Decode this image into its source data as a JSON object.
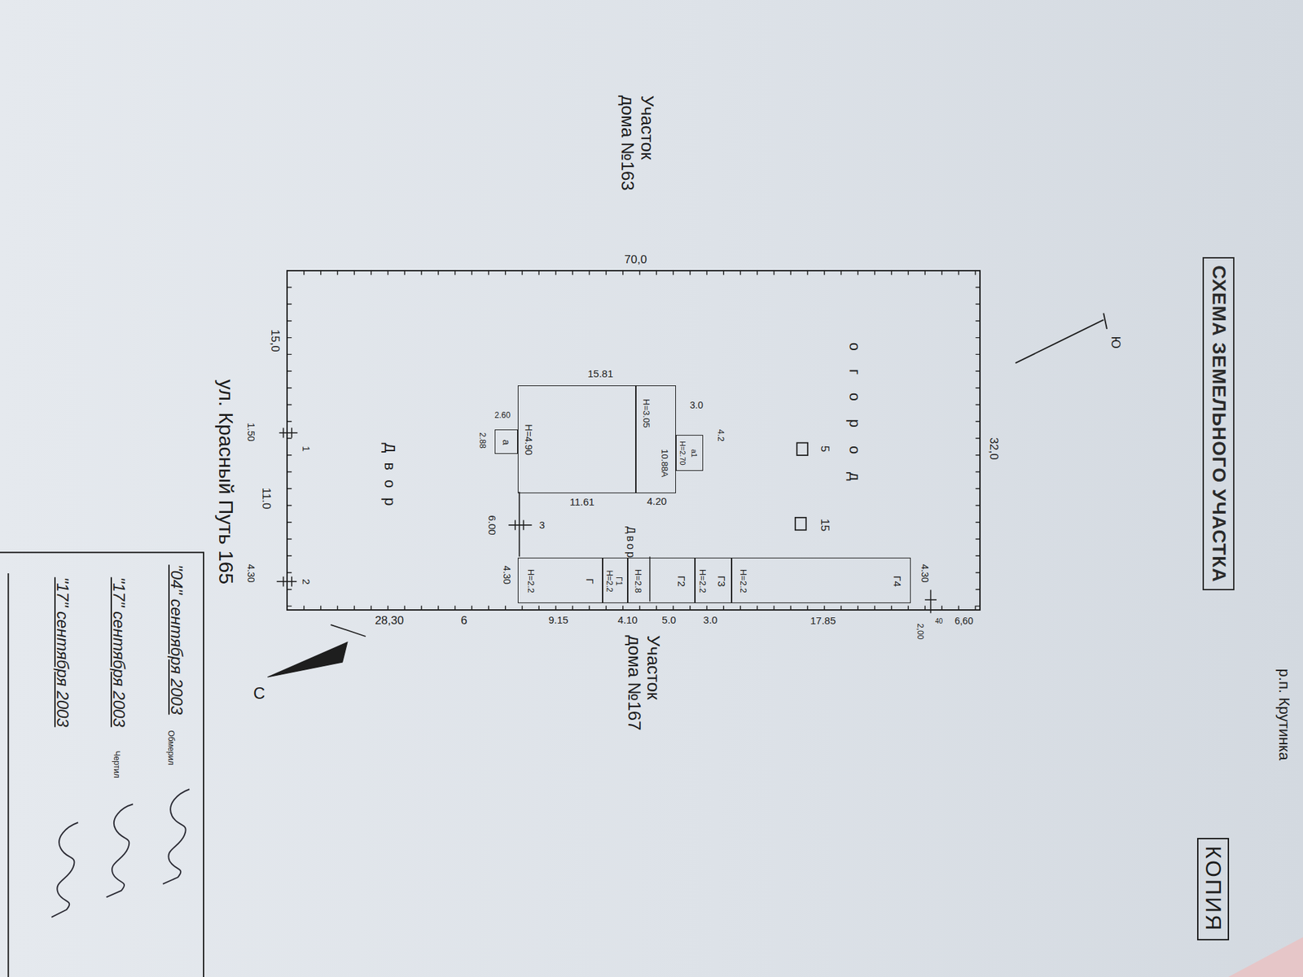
{
  "diagram": {
    "title": "СХЕМА ЗЕМЕЛЬНОГО УЧАСТКА",
    "nodes": [
      {
        "text": [
          "огород",
          "Двор",
          "Двор"
        ]
      },
      {
        "text": [
          "Н=4.90"
        ],
        "in": 0
      },
      {
        "text": [
          "Н=3.05",
          "10.88А"
        ],
        "in": 0
      },
      {
        "text": [
          "а1",
          "Н=2.70"
        ],
        "in": 0
      },
      {
        "text": [
          "а"
        ],
        "in": 0
      },
      {
        "text": [
          "Н=2.2",
          "Г"
        ],
        "in": 0
      },
      {
        "text": [
          "Г1",
          "Н=2.2"
        ],
        "in": 0
      },
      {
        "text": [
          "Н=2.8",
          "Г2"
        ],
        "in": 0
      },
      {
        "text": [
          "Н=2.2",
          "Г3"
        ],
        "in": 0
      },
      {
        "text": [
          "Н=2.2",
          "Г4"
        ],
        "in": 0
      }
    ],
    "labels": [
      "Участок дома №163",
      "70,0",
      "15,0",
      "1.50",
      "1",
      "11.0",
      "4.30",
      "2",
      "ул. Красный Путь 165",
      "28,30",
      "6",
      "9.15",
      "4.10",
      "5.0",
      "3.0",
      "17.85",
      "2,00",
      "40",
      "6,60",
      "32,0",
      "15.81",
      "11.61",
      "4.20",
      "6.00",
      "3",
      "4.30",
      "4.30",
      "3.0",
      "4.2",
      "2.60",
      "2.88",
      "5",
      "15",
      "Участок дома №167",
      "Ю",
      "С",
      "КОПИЯ",
      "р.п. Крутинка",
      "\"04\" сентября 2003",
      "Обмерил",
      "\"17\" сентября 2003",
      "Чертил",
      "\"17\" сентября 2003"
    ]
  }
}
